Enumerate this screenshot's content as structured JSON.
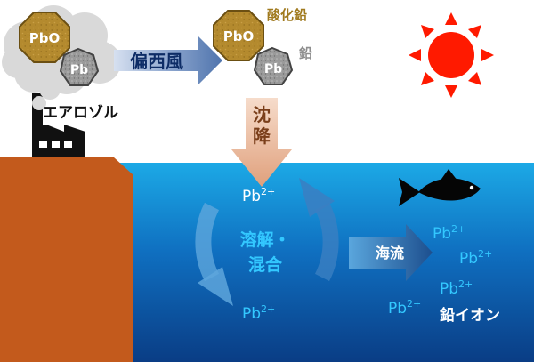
{
  "aerosol_label": "エアロゾル",
  "wind_label": "偏西風",
  "deposition_label": "沈降",
  "mixing_label_line1": "溶解・",
  "mixing_label_line2": "混合",
  "current_label": "海流",
  "lead_ion_label": "鉛イオン",
  "lead_oxide_label": "酸化鉛",
  "lead_label": "鉛",
  "pbo_text": "PbO",
  "pb_text": "Pb",
  "ion_base": "Pb",
  "ion_charge": "2+",
  "colors": {
    "ocean_top": "#1aa7e4",
    "ocean_bottom": "#0a3f86",
    "cliff": "#c35a1c",
    "oxide_fill": "#b58a2a",
    "oxide_text": "#a07a1e",
    "lead_grey": "#8e8e8e",
    "sun": "#ff1a00",
    "ion_text": "#33c8ff",
    "wind_arrow": "#5b7fb6",
    "deposition_arrow": "#e2aa88",
    "label_brown": "#7a3e1a"
  }
}
